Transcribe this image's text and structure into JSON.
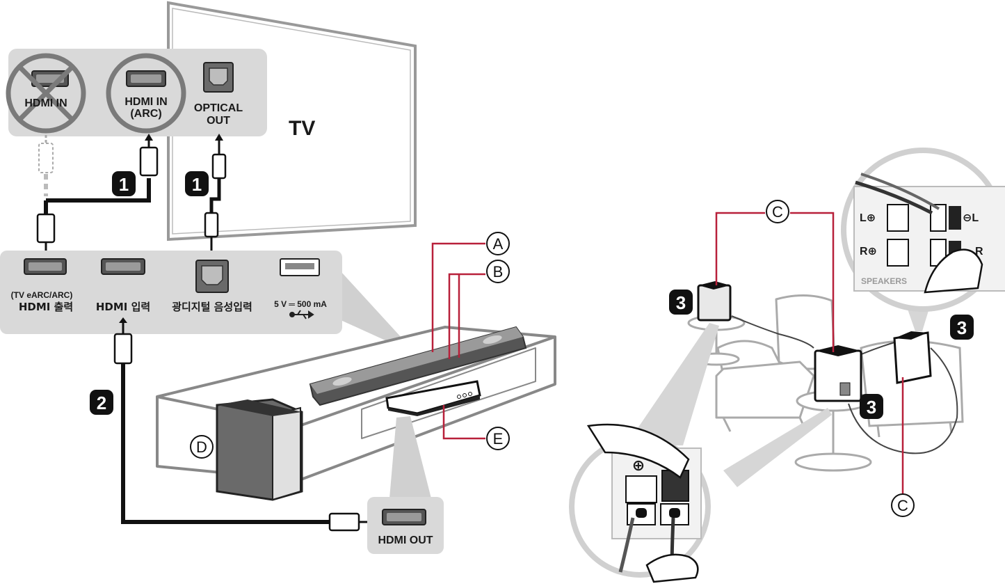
{
  "tv": {
    "label": "TV",
    "ports": {
      "hdmi_in": "HDMI IN",
      "hdmi_in_arc_1": "HDMI IN",
      "hdmi_in_arc_2": "(ARC)",
      "optical_1": "OPTICAL",
      "optical_2": "OUT"
    }
  },
  "soundbar_ports": {
    "hdmi_out_1": "(TV eARC/ARC)",
    "hdmi_out_2": "HDMI 출력",
    "hdmi_in": "HDMI 입력",
    "optical_in": "광디지털 음성입력",
    "usb": "5 V ═ 500 mA"
  },
  "steps": {
    "one_a": "1",
    "one_b": "1",
    "two": "2",
    "three_a": "3",
    "three_b": "3",
    "three_c": "3"
  },
  "callouts": {
    "a": "A",
    "b": "B",
    "c_top": "C",
    "c_bottom": "C",
    "d": "D",
    "e": "E"
  },
  "device": {
    "hdmi_out": "HDMI OUT"
  },
  "speaker_terminal": {
    "l_plus": "L⊕",
    "l_minus": "⊖L",
    "r_plus": "R⊕",
    "r_minus": "R",
    "speakers": "SPEAKERS",
    "plus": "⊕"
  },
  "colors": {
    "callout_line": "#b8203a",
    "panel": "#d9d9d9",
    "cable": "#111111"
  }
}
